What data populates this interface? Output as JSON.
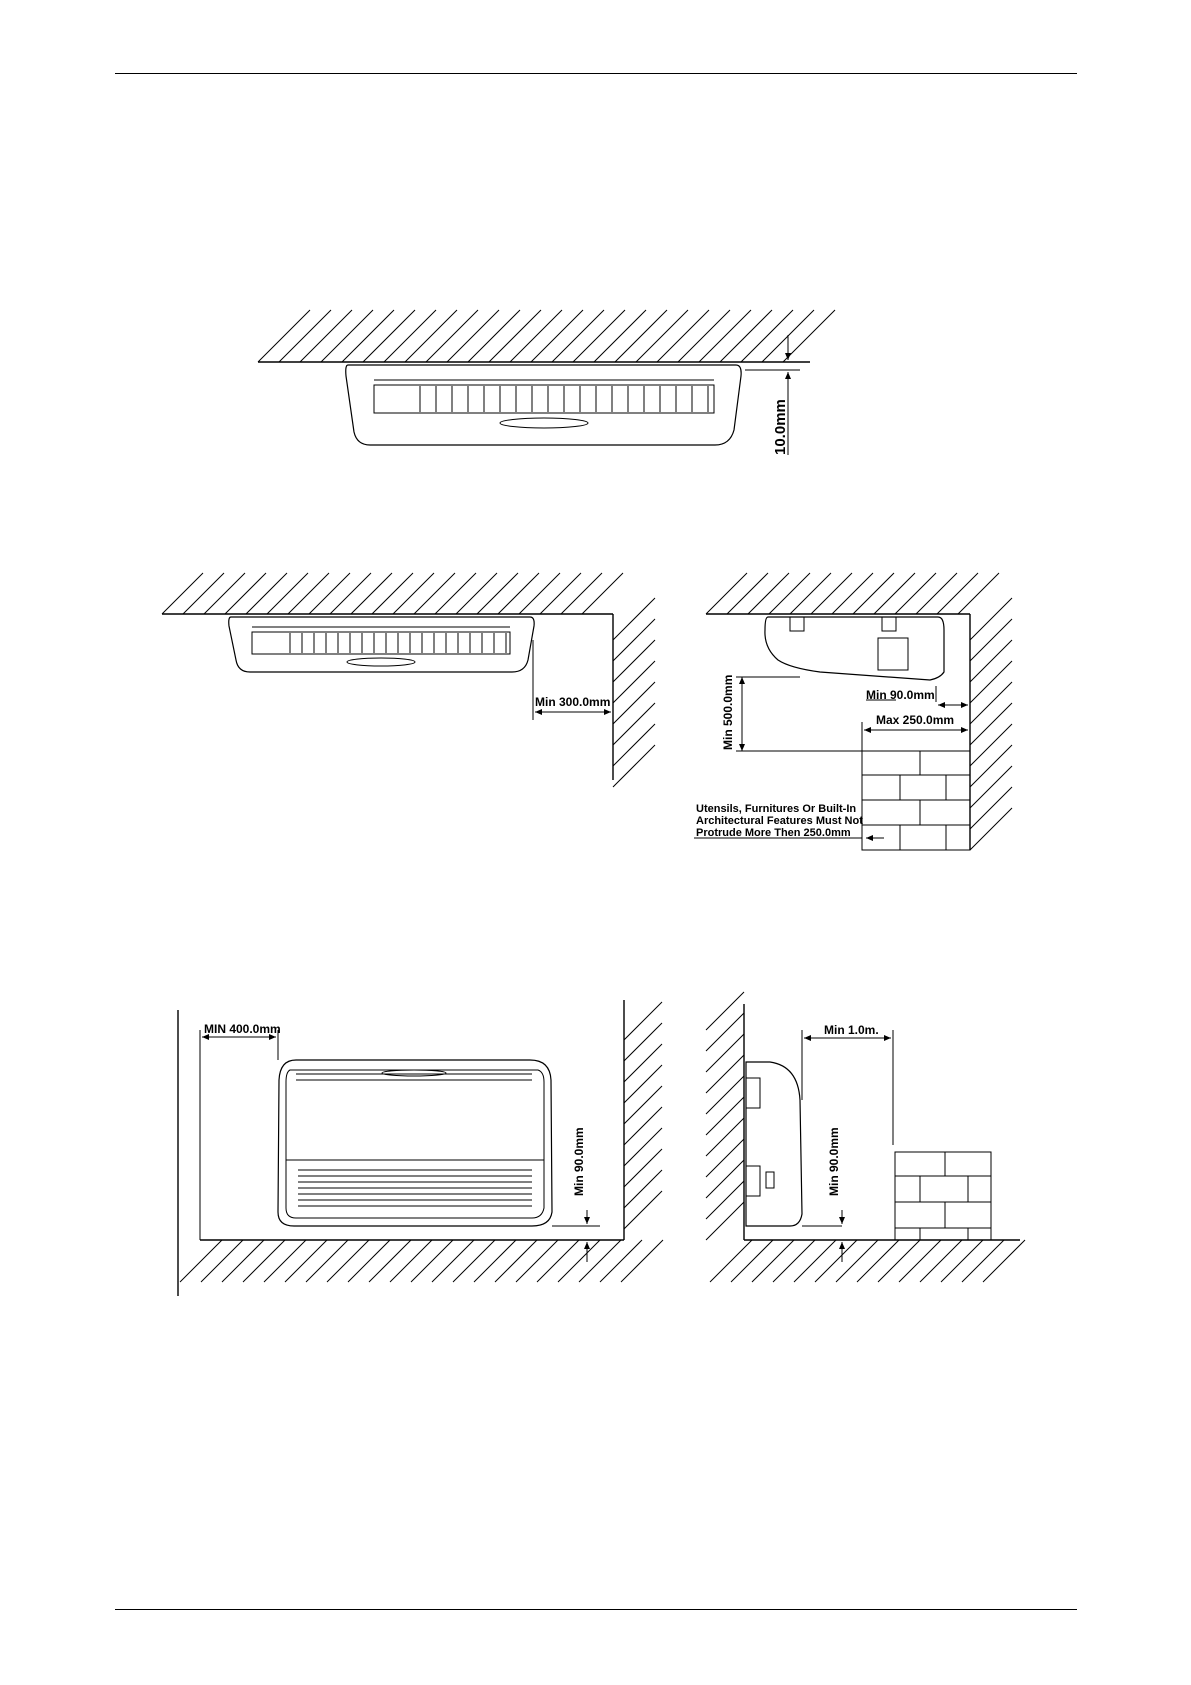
{
  "labels": {
    "fig1_clearance": "10.0mm",
    "fig2_side_min": "Min  300.0mm",
    "fig3_top_min": "Min  90.0mm",
    "fig3_max": "Max  250.0mm",
    "fig3_vertical_min": "Min 500.0mm",
    "fig3_note": [
      "Utensils, Furnitures Or Built-In",
      "Architectural Features Must Not",
      "Protrude More Then 250.0mm"
    ],
    "fig4_side_min": "MIN 400.0mm",
    "fig4_floor_min": "Min 90.0mm",
    "fig5_front_min": "Min 1.0m.",
    "fig5_floor_min": "Min 90.0mm"
  }
}
